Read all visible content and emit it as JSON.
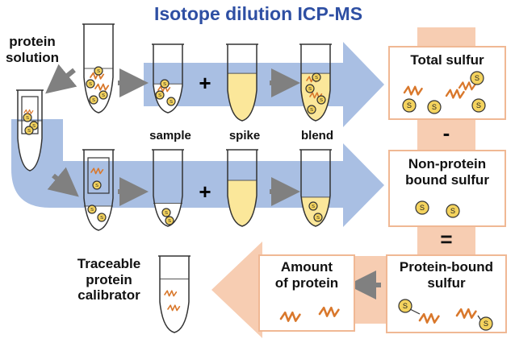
{
  "title": "Isotope dilution ICP-MS",
  "colors": {
    "title": "#2e4fa3",
    "blue_arrow": "#a9bfe3",
    "orange_band": "#f7cdb2",
    "box_border": "#f0b894",
    "liquid": "#fbe79a",
    "protein_chain": "#d9782c",
    "sulfur_atom": "#f4d35e"
  },
  "labels": {
    "protein_solution": [
      "protein",
      "solution"
    ],
    "sample": "sample",
    "spike": "spike",
    "blend": "blend",
    "traceable": [
      "Traceable",
      "protein",
      "calibrator"
    ]
  },
  "boxes": {
    "total_sulfur": "Total sulfur",
    "non_protein": [
      "Non-protein",
      "bound sulfur"
    ],
    "protein_bound": [
      "Protein-bound",
      "sulfur"
    ],
    "amount": [
      "Amount",
      "of protein"
    ]
  },
  "operators": {
    "plus": "+",
    "minus": "-",
    "equals": "=",
    "sulfur_symbol": "S"
  },
  "icons": [
    "test-tube-icon",
    "centrifuge-filter-icon",
    "protein-chain-icon",
    "sulfur-atom-icon",
    "gray-arrow-icon"
  ]
}
